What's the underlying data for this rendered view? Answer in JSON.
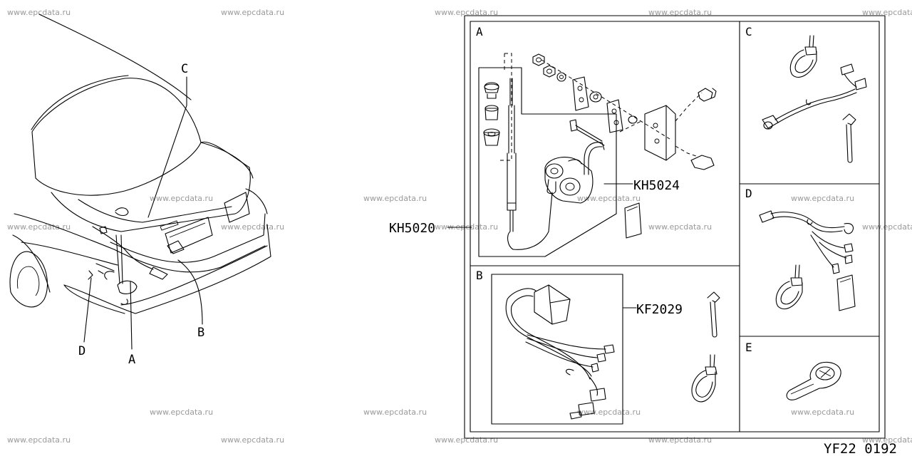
{
  "watermark": "www.epcdata.ru",
  "car": {
    "callouts": {
      "a": "A",
      "b": "B",
      "c": "C",
      "d": "D"
    }
  },
  "boxes": {
    "a": {
      "label": "A"
    },
    "b": {
      "label": "B"
    },
    "c": {
      "label": "C"
    },
    "d": {
      "label": "D"
    },
    "e": {
      "label": "E"
    }
  },
  "parts": {
    "main_kit": "KH5020",
    "antenna_kit": "KH5024",
    "harness_kit": "KF2029"
  },
  "figure_code": "YF22 0192"
}
